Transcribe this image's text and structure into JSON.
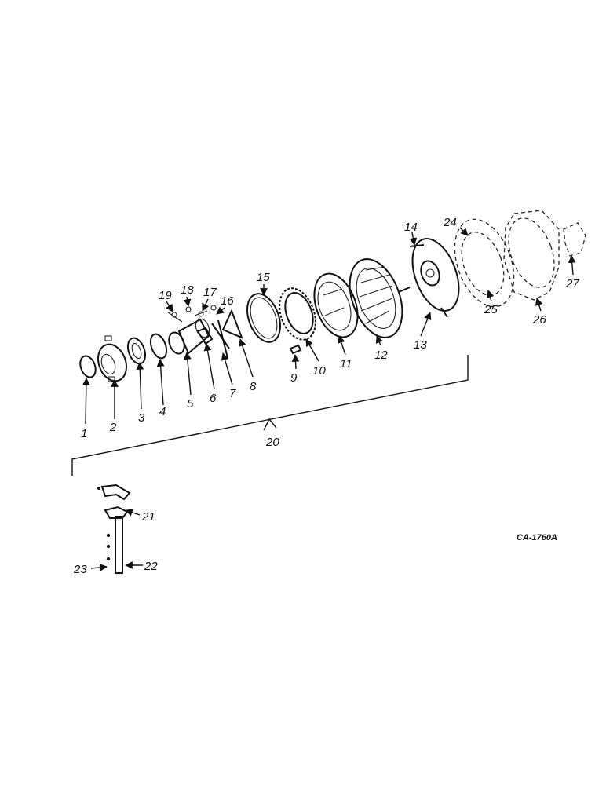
{
  "reference": "CA-1760A",
  "callouts": [
    "1",
    "2",
    "3",
    "4",
    "5",
    "6",
    "7",
    "8",
    "9",
    "10",
    "11",
    "12",
    "13",
    "14",
    "15",
    "16",
    "17",
    "18",
    "19",
    "20",
    "21",
    "22",
    "23",
    "24",
    "25",
    "26",
    "27"
  ]
}
